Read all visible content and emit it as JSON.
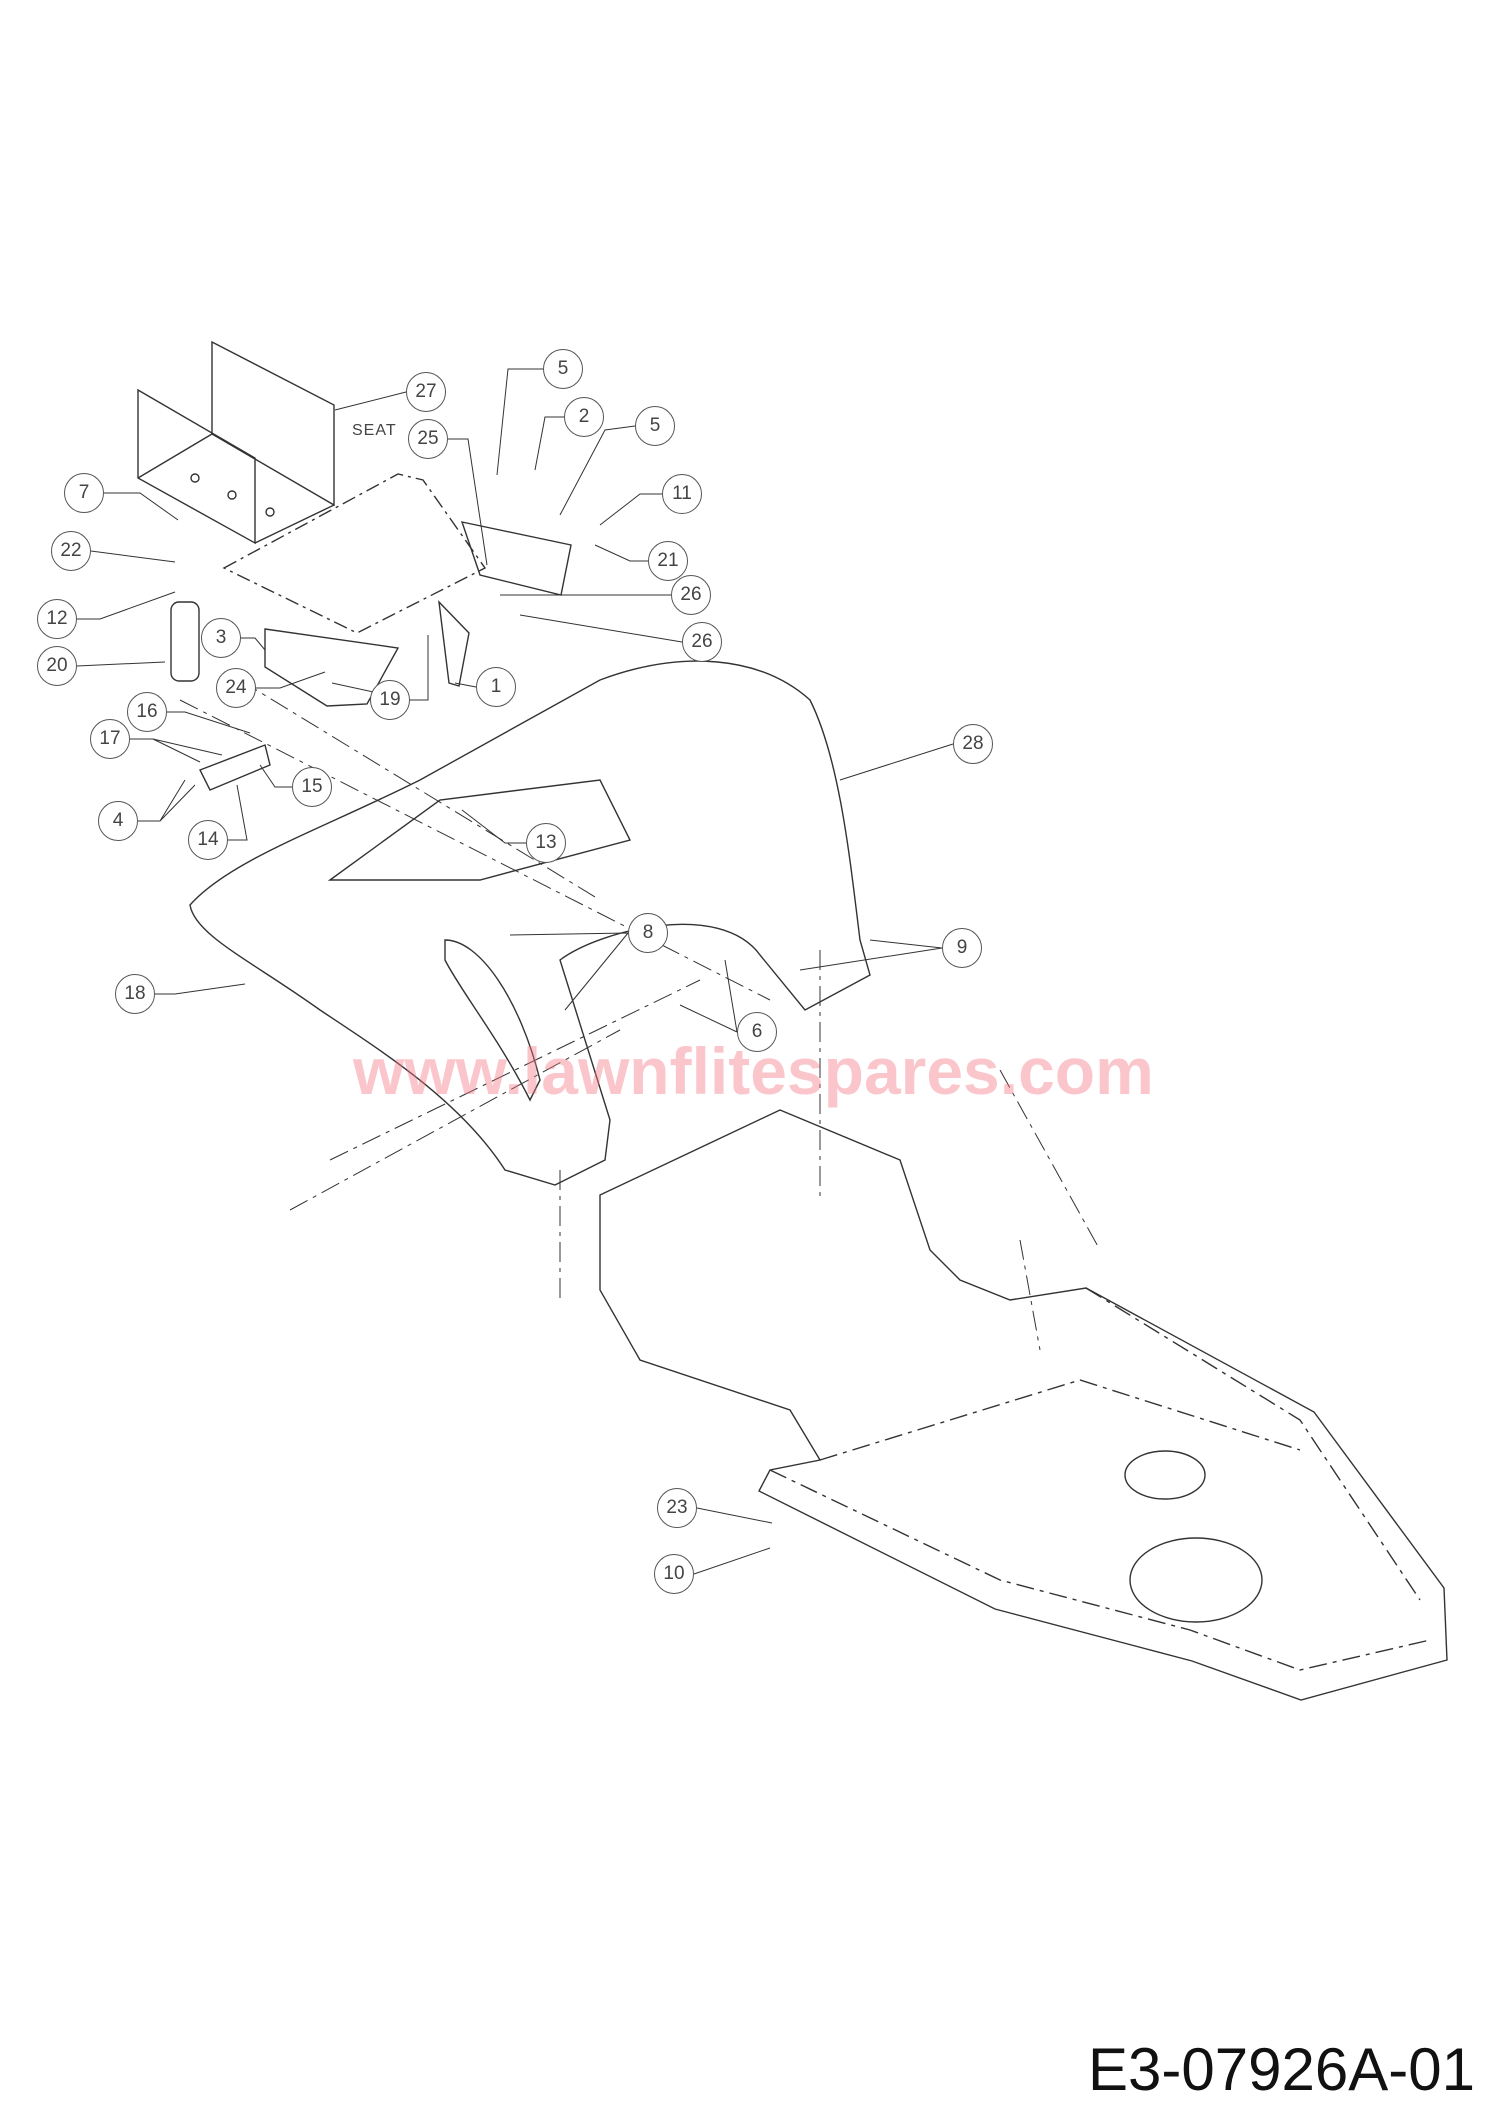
{
  "diagram": {
    "callouts": [
      "27",
      "5",
      "2",
      "5",
      "25",
      "11",
      "21",
      "26",
      "26",
      "7",
      "22",
      "12",
      "20",
      "3",
      "24",
      "19",
      "1",
      "16",
      "17",
      "15",
      "4",
      "14",
      "13",
      "28",
      "8",
      "9",
      "18",
      "6",
      "23",
      "10"
    ],
    "seat_label": "SEAT",
    "watermark": "www.lawnflitespares.com",
    "drawing_code": "E3-07926A-01"
  }
}
